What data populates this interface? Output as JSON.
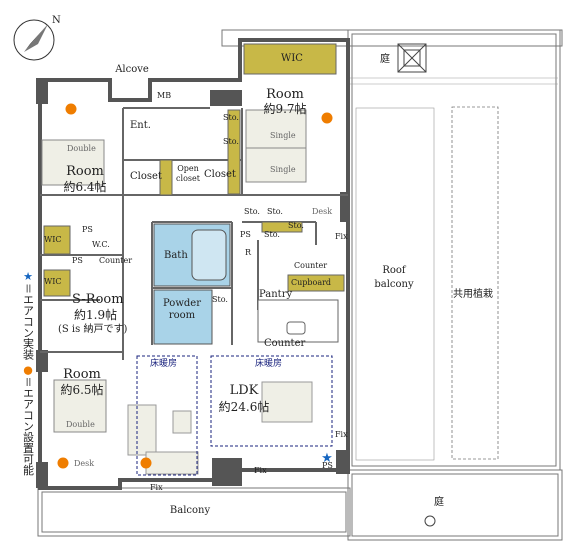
{
  "compass": {
    "north_label": "N"
  },
  "rooms": {
    "wic_top": "WIC",
    "room_97": {
      "name": "Room",
      "size": "約9.7帖"
    },
    "niwa_top": "庭",
    "alcove": "Alcove",
    "mb": "MB",
    "entrance": "Ent.",
    "room_64": {
      "name": "Room",
      "size": "約6.4帖"
    },
    "double_top": "Double",
    "closet_left": "Closet",
    "open_closet": "Open closet",
    "closet_right": "Closet",
    "sto_a": "Sto.",
    "sto_b": "Sto.",
    "single_a": "Single",
    "single_b": "Single",
    "desk_top": "Desk",
    "sto_c": "Sto.",
    "sto_d": "Sto.",
    "sto_e": "Sto.",
    "ps_a": "PS",
    "sto_f": "Sto.",
    "ps_b": "PS",
    "wc": "W.C.",
    "ps_c": "PS",
    "counter_a": "Counter",
    "wic_mid": "WIC",
    "bath": "Bath",
    "r": "R",
    "fix_a": "Fix",
    "counter_b": "Counter",
    "cupboard": "Cupboard",
    "roof_balcony": "Roof balcony",
    "common_planting": "共用植栽",
    "wic_low": "WIC",
    "s_room": {
      "name": "S-Room",
      "size": "約1.9帖",
      "note": "(S is 納戸です)"
    },
    "powder_room": "Powder room",
    "sto_g": "Sto.",
    "pantry": "Pantry",
    "counter_c": "Counter",
    "room_65": {
      "name": "Room",
      "size": "約6.5帖"
    },
    "double_low": "Double",
    "floor_heat_a": "床暖房",
    "floor_heat_b": "床暖房",
    "ldk": {
      "name": "LDK",
      "size": "約24.6帖"
    },
    "fix_b": "Fix",
    "desk_low": "Desk",
    "fix_c": "Fix",
    "fix_d": "Fix",
    "ps_d": "PS",
    "balcony": "Balcony",
    "niwa_bottom": "庭"
  },
  "legend": {
    "star_text": "＝エアコン実装",
    "dot_text": "＝エアコン設置可能"
  },
  "colors": {
    "wall": "#555555",
    "wic": "#c8b847",
    "bath": "#a9d3e8",
    "aircon_dot": "#ef7d00",
    "aircon_star": "#1565c0",
    "heat_line": "#1a237e"
  }
}
